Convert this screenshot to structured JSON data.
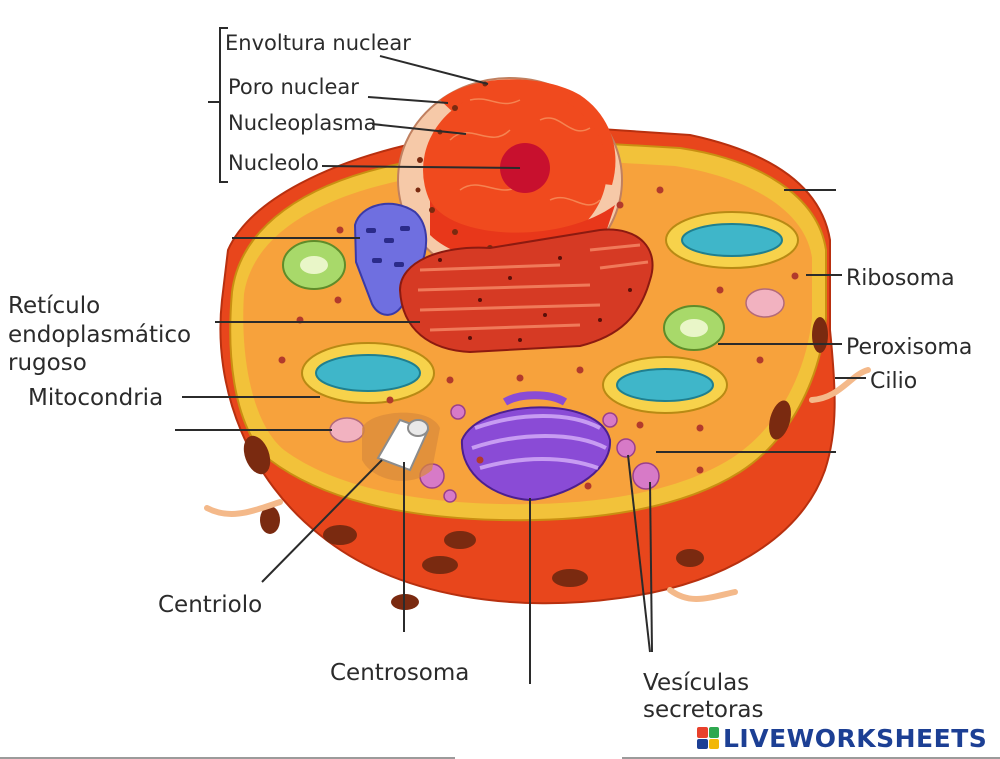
{
  "labels": {
    "envoltura": "Envoltura nuclear",
    "poro": "Poro nuclear",
    "nucleoplasma": "Nucleoplasma",
    "nucleolo": "Nucleolo",
    "reticulo_1": "Retículo",
    "reticulo_2": "endoplasmático",
    "reticulo_3": "rugoso",
    "mitocondria": "Mitocondria",
    "ribosoma": "Ribosoma",
    "peroxisoma": "Peroxisoma",
    "cilio": "Cilio",
    "centriolo": "Centriolo",
    "centrosoma": "Centrosoma",
    "vesiculas_1": "Vesículas",
    "vesiculas_2": "secretoras"
  },
  "brand": {
    "name": "LIVEWORKSHEETS",
    "color": "#1c3f94"
  },
  "colors": {
    "membrane_outer": "#e8461c",
    "cytoplasm": "#f7a23c",
    "membrane_rim": "#f2c23a",
    "nucleus": "#f04a1e",
    "nuclear_envelope": "#f6c9a8",
    "nucleolus": "#c8102e",
    "golgi": "#8a4bd6",
    "rough_er": "#d63a24",
    "smooth_er": "#6f6fe0",
    "mitochondria_outer": "#f7d24b",
    "mitochondria_inner": "#3fb6c9",
    "peroxisome": "#a8d96a",
    "vesicle": "#d77ac7"
  }
}
